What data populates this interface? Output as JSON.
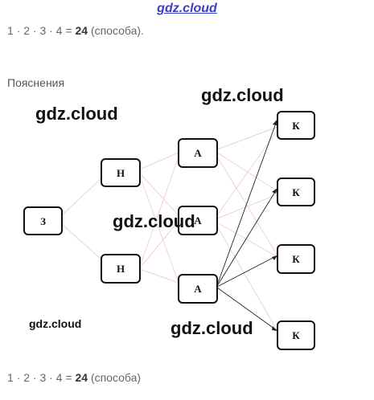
{
  "watermark_top": "gdz.cloud",
  "formula": {
    "expr": "1 · 2 · 3 · 4 = ",
    "result": "24",
    "suffix": " (способа)."
  },
  "formula_bottom": {
    "expr": "1 · 2 · 3 · 4 = ",
    "result": "24",
    "suffix": " (способа)"
  },
  "heading": "Пояснения",
  "watermarks": [
    "gdz.cloud",
    "gdz.cloud",
    "gdz.cloud",
    "gdz.cloud",
    "gdz.cloud"
  ],
  "diagram": {
    "colors": {
      "node_border": "#111111",
      "edge": "#222222",
      "faint_edge": "#f2d0d4"
    },
    "levels": [
      {
        "letter": "З",
        "count": 1
      },
      {
        "letter": "Н",
        "count": 2
      },
      {
        "letter": "А",
        "count": 3
      },
      {
        "letter": "К",
        "count": 4
      }
    ]
  }
}
